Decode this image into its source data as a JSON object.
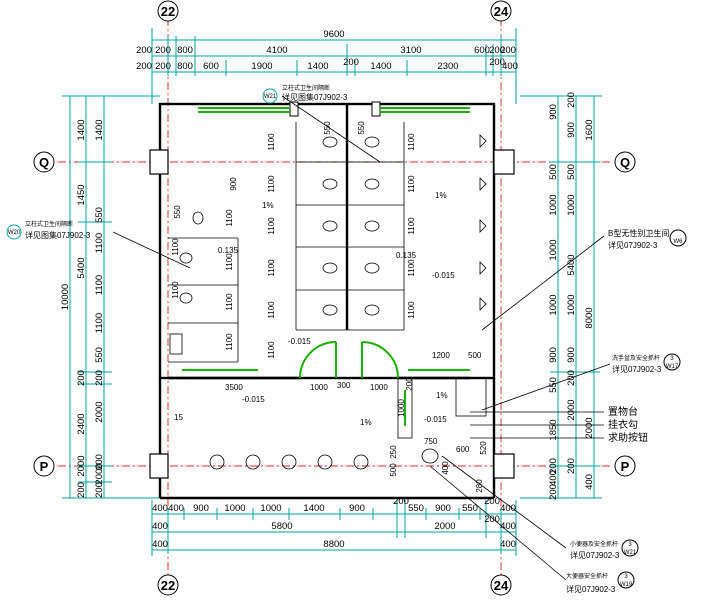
{
  "grid": {
    "top_left": "22",
    "top_right": "24",
    "bottom_left": "22",
    "bottom_right": "24",
    "left_top": "Q",
    "left_bottom": "P",
    "right_top": "Q",
    "right_bottom": "P"
  },
  "top_dims": {
    "row1": [
      "9600"
    ],
    "row2": [
      "200",
      "200",
      "800",
      "4100",
      "3100",
      "600",
      "200",
      "200",
      "400"
    ],
    "row3": [
      "200",
      "200",
      "800",
      "600",
      "1900",
      "1400",
      "200",
      "1400",
      "2300",
      "200",
      "400"
    ]
  },
  "bottom_dims": {
    "row1": [
      "400",
      "400",
      "900",
      "1000",
      "1000",
      "1400",
      "900",
      "200",
      "550",
      "900",
      "550",
      "200",
      "400"
    ],
    "row2": [
      "400",
      "5800",
      "2000",
      "200",
      "400"
    ],
    "row3": [
      "400",
      "8800",
      "400"
    ]
  },
  "left_dims": {
    "outer": "10000",
    "mid": [
      "1400",
      "1450",
      "5400",
      "200",
      "2400",
      "2000",
      "200"
    ],
    "inner": [
      "1400",
      "550",
      "1100",
      "1100",
      "1100",
      "550",
      "200",
      "2000",
      "200",
      "200",
      "2000"
    ]
  },
  "right_dims": {
    "outer": [
      "1600",
      "8000",
      "2000",
      "400"
    ],
    "mid": [
      "900",
      "500",
      "1000",
      "1000",
      "1000",
      "1000",
      "900",
      "550",
      "1850",
      "200",
      "400",
      "200"
    ],
    "inner": [
      "200",
      "900",
      "500",
      "1000",
      "5400",
      "1000",
      "900",
      "200",
      "2000",
      "200"
    ]
  },
  "stall_dims": [
    "1100",
    "1100",
    "1100",
    "1100",
    "1100",
    "1100"
  ],
  "interior": {
    "slope1": "1%",
    "slope2": "1%",
    "slope3": "1%",
    "slope4": "1%",
    "level1": "0.135",
    "level2": "0.135",
    "level3": "-0.015",
    "level4": "-0.015",
    "level5": "-0.015",
    "level6": "-0.015",
    "d_550a": "550",
    "d_550b": "550",
    "d_900": "900",
    "d_1200": "1200",
    "d_500": "500",
    "d_3500": "3500",
    "d_1000a": "1000",
    "d_300": "300",
    "d_1000b": "1000",
    "d_750": "750",
    "d_600": "600",
    "d_250": "250",
    "d_500b": "500",
    "d_200": "200",
    "d_15": "15",
    "d_1000c": "1000",
    "d_400": "400",
    "d_280": "280",
    "d_520": "520"
  },
  "annotations": {
    "top_title": "立柱式卫生间隔断",
    "top_ref": "详见图集07J902-3",
    "top_ref_code": "W21",
    "left_title": "立柱式卫生间隔断",
    "left_ref": "详见图集07J902-3",
    "left_ref_code": "W20",
    "right1_title": "B型无性别卫生间",
    "right1_ref": "详见07J902-3",
    "right1_code": "W6",
    "right2_title": "洗手盆及安全抓杆",
    "right2_ref": "详见07J902-3",
    "right2_num": "3",
    "right2_code": "W17",
    "right3": "置物台",
    "right4": "挂衣勾",
    "right5": "求助按钮",
    "bottom1_title": "小便器及安全抓杆",
    "bottom1_ref": "详见07J902-3",
    "bottom1_num": "3",
    "bottom1_code": "W21",
    "bottom2_title": "大便器安全抓杆",
    "bottom2_ref": "详见07J902-3",
    "bottom2_num": "3",
    "bottom2_code": "W19"
  },
  "colors": {
    "wall": "#000000",
    "dim": "#00a6a6",
    "axis": "#e0201a",
    "window": "#19b000"
  }
}
